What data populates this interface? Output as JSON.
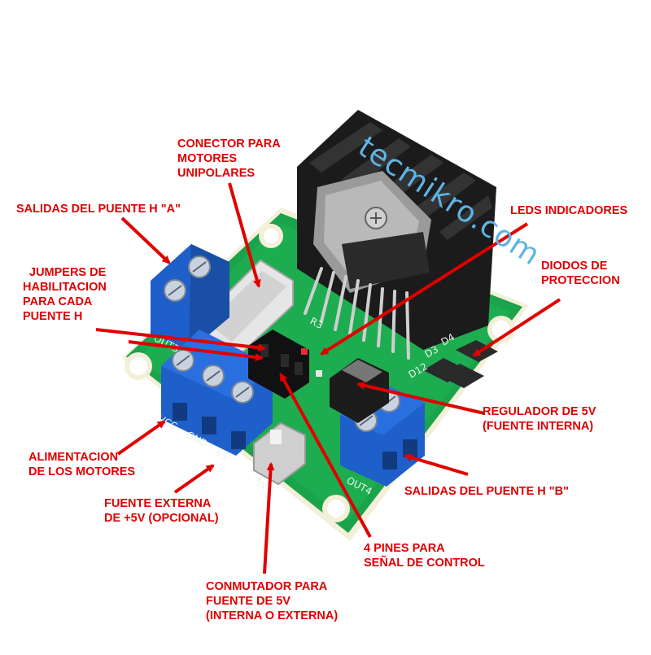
{
  "watermark": "tecmikro.com",
  "labels": {
    "conector_unipolares": [
      "CONECTOR PARA",
      "MOTORES",
      "UNIPOLARES"
    ],
    "salidas_a": [
      "SALIDAS DEL PUENTE H \"A\""
    ],
    "leds": [
      "LEDS INDICADORES"
    ],
    "jumpers": [
      "JUMPERS DE",
      "HABILITACION",
      "PARA CADA",
      "PUENTE H"
    ],
    "diodos": [
      "DIODOS DE",
      "PROTECCION"
    ],
    "regulador": [
      "REGULADOR DE 5V",
      "(FUENTE INTERNA)"
    ],
    "alimentacion": [
      "ALIMENTACION",
      "DE LOS MOTORES"
    ],
    "salidas_b": [
      "SALIDAS DEL PUENTE H \"B\""
    ],
    "fuente_externa": [
      "FUENTE EXTERNA",
      "DE +5V (OPCIONAL)"
    ],
    "pines": [
      "4 PINES PARA",
      "SEÑAL DE CONTROL"
    ],
    "conmutador": [
      "CONMUTADOR PARA",
      "FUENTE DE 5V",
      "(INTERNA O EXTERNA)"
    ]
  },
  "silkscreen": {
    "vcc": "VCC",
    "gnd": "GND",
    "plus5": "+5",
    "out3": "OUT3",
    "out4": "OUT4",
    "r3": "R3",
    "d3": "D3",
    "d4": "D4",
    "d12": "D12",
    "v5": "5V"
  },
  "colors": {
    "pcb": "#1aa34a",
    "terminal": "#1f5fc9",
    "heatsink": "#1b1b1b",
    "label": "#e00000",
    "watermark": "#5fb3e6"
  }
}
